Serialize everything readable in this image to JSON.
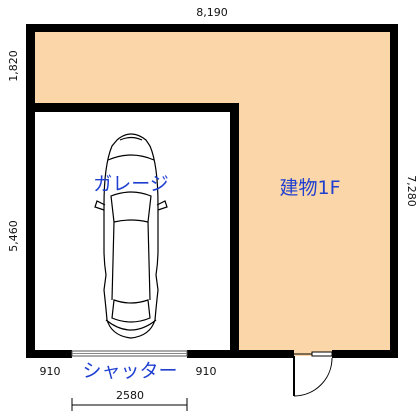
{
  "dimensions": {
    "top_width": "8,190",
    "left_upper": "1,820",
    "left_lower": "5,460",
    "right_height": "7,280",
    "bottom_left_offset": "910",
    "bottom_right_offset": "910",
    "shutter_width": "2580"
  },
  "rooms": {
    "garage": "ガレージ",
    "building": "建物1F",
    "shutter": "シャッター"
  },
  "colors": {
    "building_fill": "#fad6a8",
    "wall": "#000000",
    "label_text": "#1f3fd0",
    "garage_fill": "#ffffff"
  }
}
